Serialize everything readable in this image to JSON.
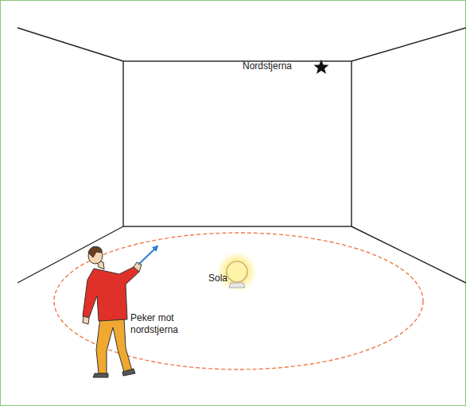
{
  "diagram": {
    "labels": [
      "Nordstjerna",
      "Sola",
      "Peker mot nordstjerna"
    ]
  }
}
